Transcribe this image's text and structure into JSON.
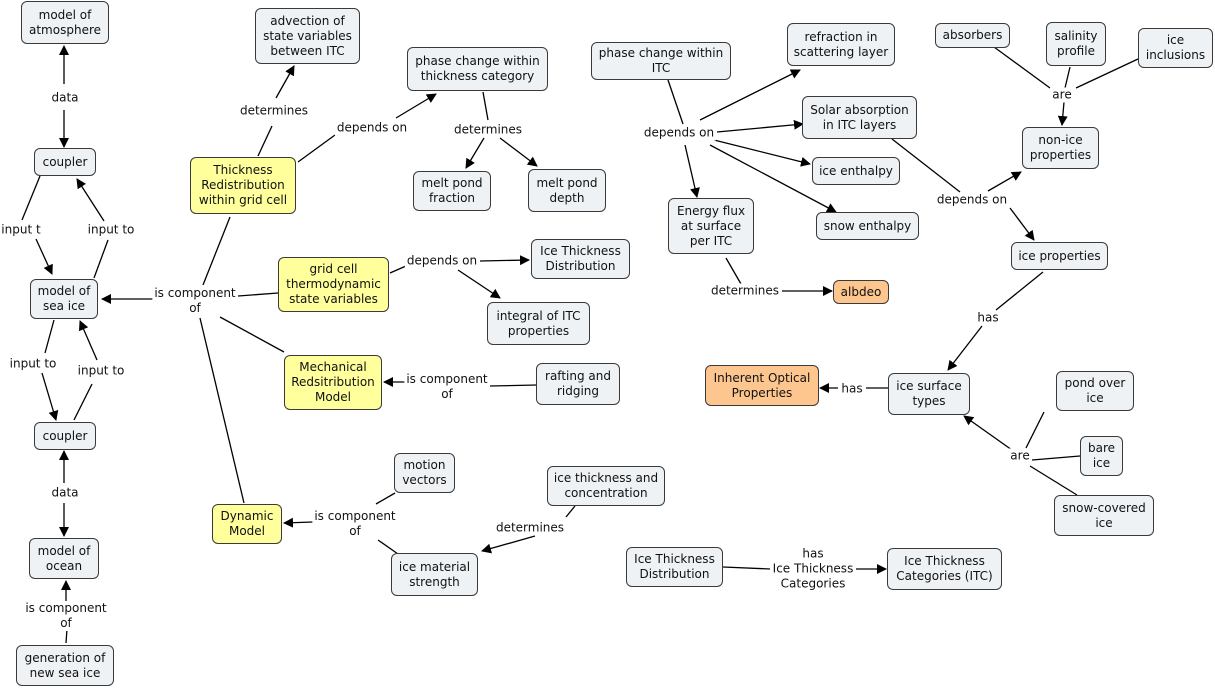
{
  "nodes": {
    "model_atmosphere": "model of\natmosphere",
    "coupler_top": "coupler",
    "model_sea_ice": "model of\nsea ice",
    "coupler_bottom": "coupler",
    "model_ocean": "model of\nocean",
    "generation_new_ice": "generation of\nnew sea ice",
    "advection": "advection of\nstate variables\nbetween ITC",
    "thickness_redistribution": "Thickness\nRedistribution\nwithin grid cell",
    "phase_change_thickness": "phase change within\nthickness category",
    "melt_pond_fraction": "melt pond\nfraction",
    "melt_pond_depth": "melt pond\ndepth",
    "grid_cell_thermo": "grid cell\nthermodynamic\nstate variables",
    "itd_top": "Ice Thickness\nDistribution",
    "integral_itc": "integral of ITC\nproperties",
    "mechanical_model": "Mechanical\nRedsitribution\nModel",
    "rafting_ridging": "rafting and\nridging",
    "dynamic_model": "Dynamic\nModel",
    "motion_vectors": "motion\nvectors",
    "ice_thickness_conc": "ice thickness and\nconcentration",
    "ice_material_strength": "ice material\nstrength",
    "phase_change_itc": "phase change within\nITC",
    "refraction": "refraction in\nscattering layer",
    "solar_absorption": "Solar absorption\nin ITC layers",
    "ice_enthalpy": "ice enthalpy",
    "snow_enthalpy": "snow enthalpy",
    "energy_flux": "Energy flux\nat surface\nper ITC",
    "albedo": "albdeo",
    "absorbers": "absorbers",
    "salinity_profile": "salinity\nprofile",
    "ice_inclusions": "ice\ninclusions",
    "non_ice_properties": "non-ice\nproperties",
    "ice_properties": "ice properties",
    "inherent_optical": "Inherent Optical\nProperties",
    "ice_surface_types": "ice surface\ntypes",
    "pond_over_ice": "pond over\nice",
    "bare_ice": "bare\nice",
    "snow_covered_ice": "snow-covered\nice",
    "itd_bottom": "Ice Thickness\nDistribution",
    "itc_categories": "Ice Thickness\nCategories (ITC)"
  },
  "labels": {
    "data_top": "data",
    "input_t": "input t",
    "input_to_a": "input to",
    "input_to_b": "input to",
    "input_to_c": "input to",
    "data_bottom": "data",
    "is_component_new_ice": "is component\nof",
    "is_component_main": "is component\nof",
    "determines_advection": "determines",
    "depends_on_phase": "depends on",
    "determines_melt": "determines",
    "depends_on_grid": "depends on",
    "is_component_rafting": "is component\nof",
    "is_component_motion": "is component\nof",
    "determines_strength": "determines",
    "depends_on_itc": "depends on",
    "determines_albedo": "determines",
    "are_absorbers": "are",
    "depends_on_solar": "depends on",
    "has_surface_types": "has",
    "has_optical": "has",
    "are_surface": "are",
    "has_itc_categories": "has\nIce Thickness\nCategories"
  }
}
